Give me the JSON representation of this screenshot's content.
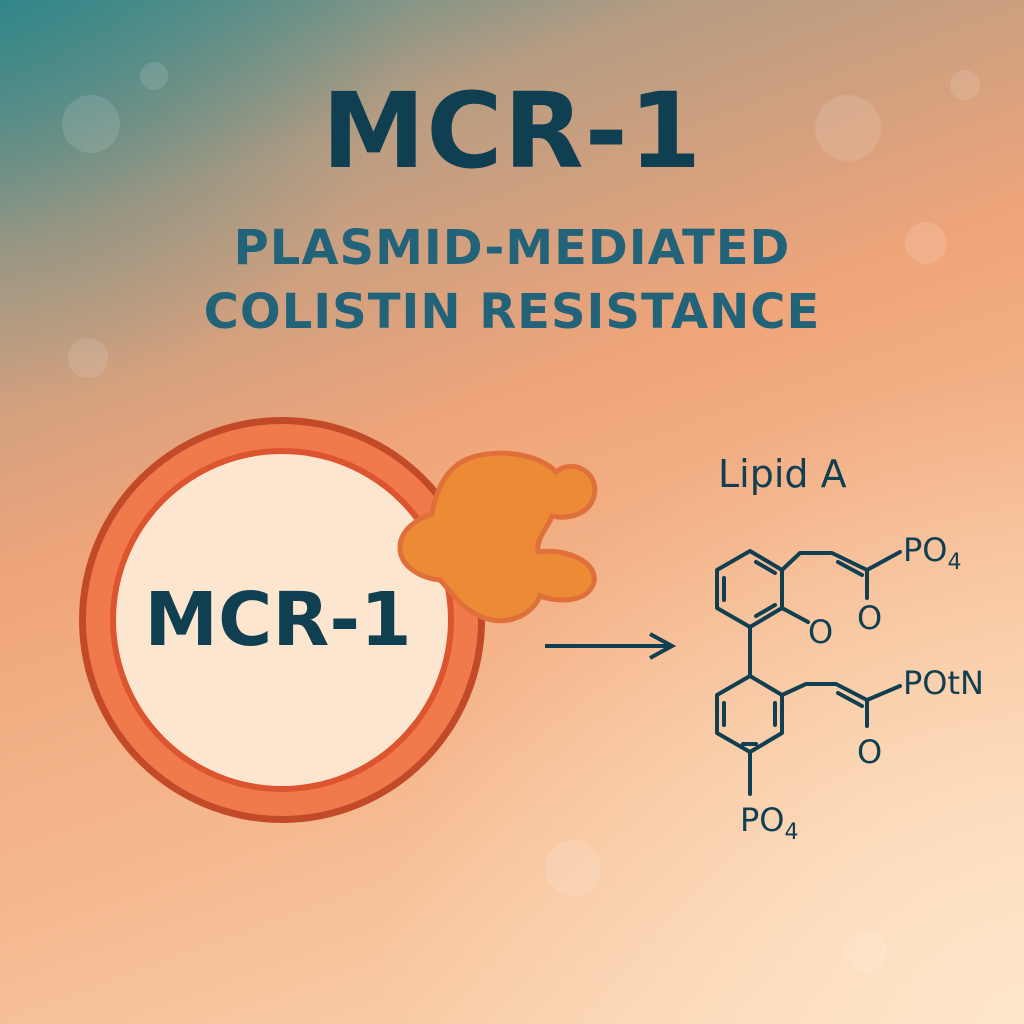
{
  "title": "MCR-1",
  "subtitle_lines": [
    "PLASMID-MEDIATED",
    "COLISTIN RESISTANCE"
  ],
  "plasmid_label": "MCR-1",
  "molecule": {
    "name": "Lipid A",
    "groups": {
      "top_right": "PO",
      "top_right_sub": "4",
      "upper_carbonyl_o": "O",
      "ring_o": "O",
      "middle_right": "POtN",
      "lower_carbonyl_o": "O",
      "bottom": "PO",
      "bottom_sub": "4"
    }
  },
  "colors": {
    "title": "#103f52",
    "subtitle": "#23637a",
    "plasmid_ring": "#e8623a",
    "plasmid_fill": "#fde6d0",
    "enzyme_blob": "#ec8a35",
    "molecule_line": "#103f52"
  }
}
